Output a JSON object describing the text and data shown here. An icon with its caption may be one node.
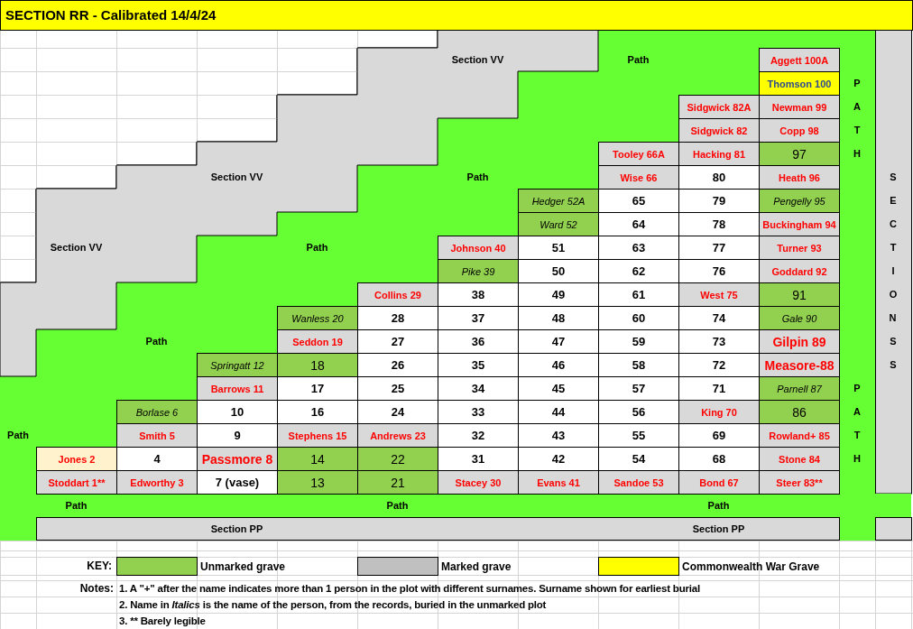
{
  "diagram": {
    "title": "SECTION RR - Calibrated 14/4/24",
    "nodes": [
      {
        "text": [
          "Aggett 100A"
        ]
      },
      {
        "text": [
          "Thomson 100"
        ]
      },
      {
        "text": [
          "Sidgwick 82A"
        ]
      },
      {
        "text": [
          "Newman 99"
        ]
      },
      {
        "text": [
          "Sidgwick 82"
        ]
      },
      {
        "text": [
          "Copp 98"
        ]
      },
      {
        "text": [
          "Tooley 66A"
        ]
      },
      {
        "text": [
          "Hacking 81"
        ]
      },
      {
        "text": [
          "97"
        ]
      },
      {
        "text": [
          "Wise 66"
        ]
      },
      {
        "text": [
          "80"
        ]
      },
      {
        "text": [
          "Heath 96"
        ]
      },
      {
        "text": [
          "Hedger 52A"
        ]
      },
      {
        "text": [
          "65"
        ]
      },
      {
        "text": [
          "79"
        ]
      },
      {
        "text": [
          "Pengelly 95"
        ]
      },
      {
        "text": [
          "Ward 52"
        ]
      },
      {
        "text": [
          "64"
        ]
      },
      {
        "text": [
          "78"
        ]
      },
      {
        "text": [
          "Buckingham 94"
        ]
      },
      {
        "text": [
          "Johnson 40"
        ]
      },
      {
        "text": [
          "51"
        ]
      },
      {
        "text": [
          "63"
        ]
      },
      {
        "text": [
          "77"
        ]
      },
      {
        "text": [
          "Turner 93"
        ]
      },
      {
        "text": [
          "Pike 39"
        ]
      },
      {
        "text": [
          "50"
        ]
      },
      {
        "text": [
          "62"
        ]
      },
      {
        "text": [
          "76"
        ]
      },
      {
        "text": [
          "Goddard 92"
        ]
      },
      {
        "text": [
          "Collins 29"
        ]
      },
      {
        "text": [
          "38"
        ]
      },
      {
        "text": [
          "49"
        ]
      },
      {
        "text": [
          "61"
        ]
      },
      {
        "text": [
          "West 75"
        ]
      },
      {
        "text": [
          "91"
        ]
      },
      {
        "text": [
          "Wanless 20"
        ]
      },
      {
        "text": [
          "28"
        ]
      },
      {
        "text": [
          "37"
        ]
      },
      {
        "text": [
          "48"
        ]
      },
      {
        "text": [
          "60"
        ]
      },
      {
        "text": [
          "74"
        ]
      },
      {
        "text": [
          "Gale 90"
        ]
      },
      {
        "text": [
          "Seddon 19"
        ]
      },
      {
        "text": [
          "27"
        ]
      },
      {
        "text": [
          "36"
        ]
      },
      {
        "text": [
          "47"
        ]
      },
      {
        "text": [
          "59"
        ]
      },
      {
        "text": [
          "73"
        ]
      },
      {
        "text": [
          "Gilpin 89"
        ]
      },
      {
        "text": [
          "Springatt 12"
        ]
      },
      {
        "text": [
          "18"
        ]
      },
      {
        "text": [
          "26"
        ]
      },
      {
        "text": [
          "35"
        ]
      },
      {
        "text": [
          "46"
        ]
      },
      {
        "text": [
          "58"
        ]
      },
      {
        "text": [
          "72"
        ]
      },
      {
        "text": [
          "Measore-88"
        ]
      },
      {
        "text": [
          "Barrows 11"
        ]
      },
      {
        "text": [
          "17"
        ]
      },
      {
        "text": [
          "25"
        ]
      },
      {
        "text": [
          "34"
        ]
      },
      {
        "text": [
          "45"
        ]
      },
      {
        "text": [
          "57"
        ]
      },
      {
        "text": [
          "71"
        ]
      },
      {
        "text": [
          "Parnell 87"
        ]
      },
      {
        "text": [
          "Borlase 6"
        ]
      },
      {
        "text": [
          "10"
        ]
      },
      {
        "text": [
          "16"
        ]
      },
      {
        "text": [
          "24"
        ]
      },
      {
        "text": [
          "33"
        ]
      },
      {
        "text": [
          "44"
        ]
      },
      {
        "text": [
          "56"
        ]
      },
      {
        "text": [
          "King 70"
        ]
      },
      {
        "text": [
          "86"
        ]
      },
      {
        "text": [
          "Smith 5"
        ]
      },
      {
        "text": [
          "9"
        ]
      },
      {
        "text": [
          "Stephens 15"
        ]
      },
      {
        "text": [
          "Andrews 23"
        ]
      },
      {
        "text": [
          "32"
        ]
      },
      {
        "text": [
          "43"
        ]
      },
      {
        "text": [
          "55"
        ]
      },
      {
        "text": [
          "69"
        ]
      },
      {
        "text": [
          "Rowland+ 85"
        ]
      },
      {
        "text": [
          "Jones 2"
        ]
      },
      {
        "text": [
          "4"
        ]
      },
      {
        "text": [
          "Passmore 8"
        ]
      },
      {
        "text": [
          "14"
        ]
      },
      {
        "text": [
          "22"
        ]
      },
      {
        "text": [
          "31"
        ]
      },
      {
        "text": [
          "42"
        ]
      },
      {
        "text": [
          "54"
        ]
      },
      {
        "text": [
          "68"
        ]
      },
      {
        "text": [
          "Stone 84"
        ]
      },
      {
        "text": [
          "Stoddart 1**"
        ]
      },
      {
        "text": [
          "Edworthy 3"
        ]
      },
      {
        "text": [
          "7 (vase)"
        ]
      },
      {
        "text": [
          "13"
        ]
      },
      {
        "text": [
          "21"
        ]
      },
      {
        "text": [
          "Stacey 30"
        ]
      },
      {
        "text": [
          "Evans 41"
        ]
      },
      {
        "text": [
          "Sandoe 53"
        ]
      },
      {
        "text": [
          "Bond 67"
        ]
      },
      {
        "text": [
          "Steer 83**"
        ]
      }
    ],
    "labels": [
      "Section VV",
      "Path",
      "PATH",
      "SECTION SS",
      "Section VV",
      "Path",
      "Section VV",
      "Path",
      "Path",
      "PATH",
      "Path",
      "Path",
      "Path",
      "Path",
      "Section PP",
      "Section PP",
      "KEY:",
      "Notes:",
      "1. A \"+\" after the name indicates more than 1 person in the plot with different surnames. Surname shown for earliest burial",
      "2. Name in *Italics* is the name of the person, from the records, buried in the unmarked plot",
      "3. ** Barely legible"
    ],
    "legend": [
      {
        "text": "Unmarked grave",
        "color": "#92d050"
      },
      {
        "text": "Marked grave",
        "color": "#c0c0c0"
      },
      {
        "text": "Commonwealth War Grave",
        "color": "#ffff00"
      }
    ]
  }
}
